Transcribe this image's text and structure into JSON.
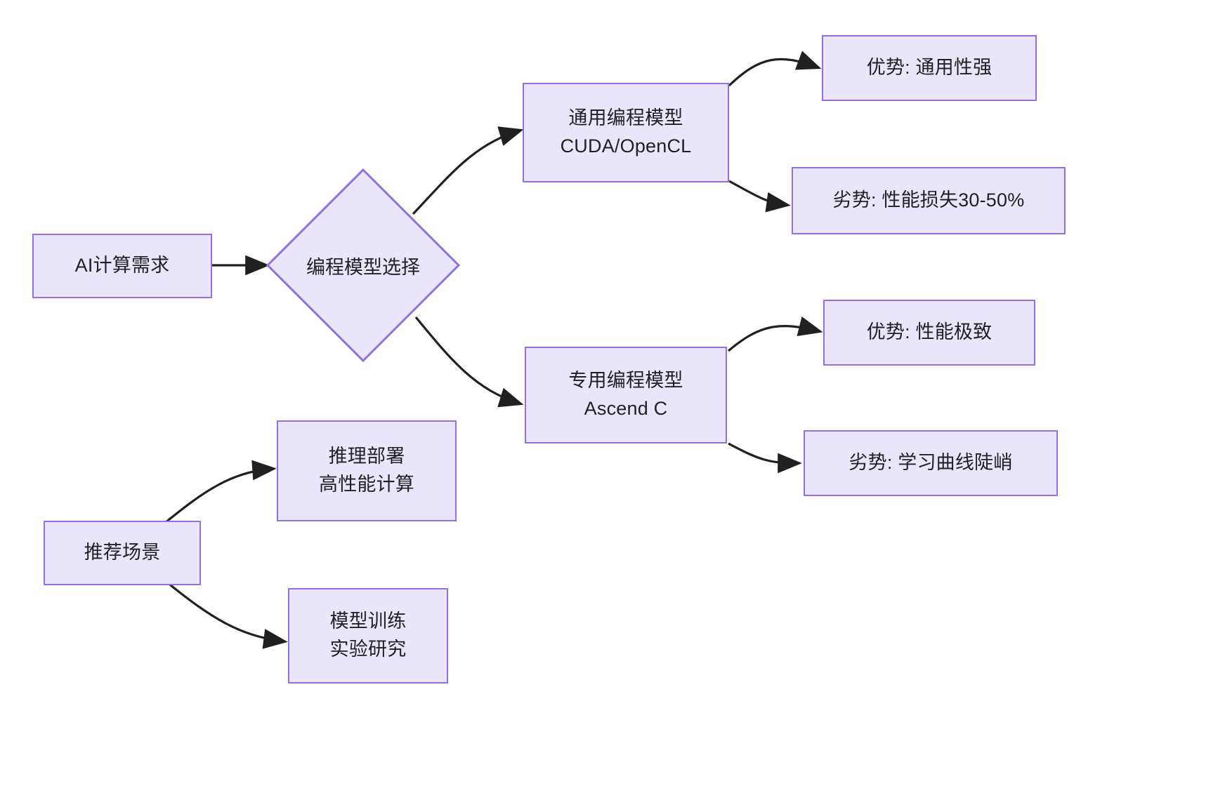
{
  "diagram": {
    "type": "flowchart",
    "direction": "left-to-right",
    "theme": {
      "node_fill": "#e9e6fb",
      "node_stroke": "#9370db",
      "edge_stroke": "#1f2020",
      "text_color": "#1f2020",
      "background": "#ffffff"
    },
    "nodes": [
      {
        "id": "ai_demand",
        "shape": "rectangle",
        "lines": [
          "AI计算需求"
        ]
      },
      {
        "id": "model_choice",
        "shape": "diamond",
        "lines": [
          "编程模型选择"
        ]
      },
      {
        "id": "general_model",
        "shape": "rectangle",
        "lines": [
          "通用编程模型",
          "CUDA/OpenCL"
        ]
      },
      {
        "id": "general_pro",
        "shape": "rectangle",
        "lines": [
          "优势: 通用性强"
        ]
      },
      {
        "id": "general_con",
        "shape": "rectangle",
        "lines": [
          "劣势: 性能损失30-50%"
        ]
      },
      {
        "id": "special_model",
        "shape": "rectangle",
        "lines": [
          "专用编程模型",
          "Ascend C"
        ]
      },
      {
        "id": "special_pro",
        "shape": "rectangle",
        "lines": [
          "优势: 性能极致"
        ]
      },
      {
        "id": "special_con",
        "shape": "rectangle",
        "lines": [
          "劣势: 学习曲线陡峭"
        ]
      },
      {
        "id": "recommend",
        "shape": "rectangle",
        "lines": [
          "推荐场景"
        ]
      },
      {
        "id": "scene_infer",
        "shape": "rectangle",
        "lines": [
          "推理部署",
          "高性能计算"
        ]
      },
      {
        "id": "scene_train",
        "shape": "rectangle",
        "lines": [
          "模型训练",
          "实验研究"
        ]
      }
    ],
    "edges": [
      {
        "from": "ai_demand",
        "to": "model_choice",
        "label": ""
      },
      {
        "from": "model_choice",
        "to": "general_model",
        "label": ""
      },
      {
        "from": "model_choice",
        "to": "special_model",
        "label": ""
      },
      {
        "from": "general_model",
        "to": "general_pro",
        "label": ""
      },
      {
        "from": "general_model",
        "to": "general_con",
        "label": ""
      },
      {
        "from": "special_model",
        "to": "special_pro",
        "label": ""
      },
      {
        "from": "special_model",
        "to": "special_con",
        "label": ""
      },
      {
        "from": "recommend",
        "to": "scene_infer",
        "label": ""
      },
      {
        "from": "recommend",
        "to": "scene_train",
        "label": ""
      }
    ]
  }
}
